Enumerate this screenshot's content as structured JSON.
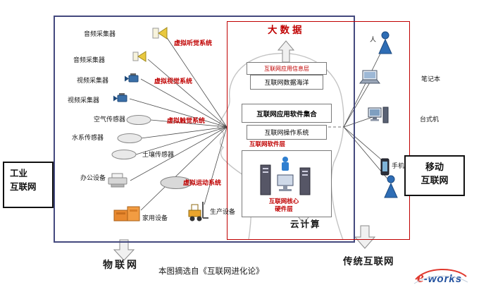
{
  "caption": "本图摘选自《互联网进化论》",
  "left_labels": [
    "音频采集器",
    "音频采集器",
    "视频采集器",
    "视频采集器",
    "空气传感器",
    "水系传感器",
    "土壤传感器",
    "办公设备",
    "家用设备"
  ],
  "virtual_systems": [
    "虚拟听觉系统",
    "虚拟视觉系统",
    "虚拟触觉系统",
    "虚拟运动系统"
  ],
  "big_data": "大数据",
  "layers": [
    "互联网应用信息层",
    "互联网数据海洋",
    "互联网应用软件集合",
    "互联网操作系统",
    "互联网软件层",
    "互联网核心硬件层"
  ],
  "cloud_computing": "云计算",
  "production_equipment": "生产设备",
  "right": {
    "person_label": "人",
    "laptop": "笔记本",
    "desktop": "台式机",
    "phone": "手机"
  },
  "industrial_box": {
    "line1": "工业",
    "line2": "互联网"
  },
  "mobile_box": {
    "line1": "移动",
    "line2": "互联网"
  },
  "iot_label": "物联网",
  "traditional_label": "传统互联网",
  "logo": {
    "e": "e",
    "works": "-works"
  },
  "colors": {
    "accent_red": "#c00000",
    "outer_border": "#44497e",
    "red_border": "#c00000",
    "person_blue": "#2e6db5",
    "equipment_orange": "#e8892f"
  }
}
